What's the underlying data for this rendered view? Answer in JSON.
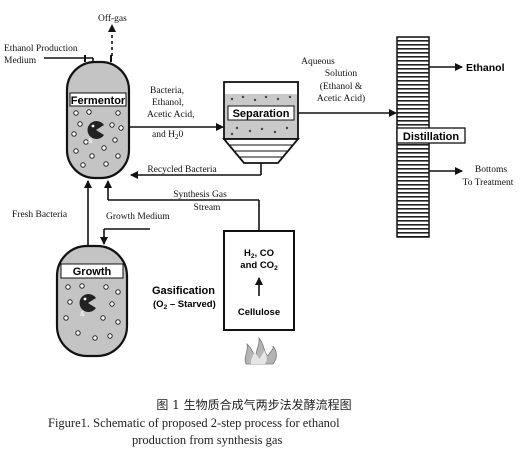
{
  "labels": {
    "off_gas": "Off-gas",
    "ethanol_medium_1": "Ethanol Production",
    "ethanol_medium_2": "Medium",
    "fermentor": "Fermentor",
    "stream_1": "Bacteria,",
    "stream_2": "Ethanol,",
    "stream_3": "Acetic Acid,",
    "stream_4": "and H",
    "stream_4_sub": "2",
    "stream_4_end": "0",
    "separation": "Separation",
    "aqueous_1": "Aqueous",
    "aqueous_2": "Solution",
    "aqueous_3": "(Ethanol &",
    "aqueous_4": "Acetic Acid)",
    "distillation": "Distillation",
    "ethanol": "Ethanol",
    "bottoms_1": "Bottoms",
    "bottoms_2": "To Treatment",
    "recycled": "Recycled Bacteria",
    "syngas_1": "Synthesis Gas",
    "syngas_2": "Stream",
    "fresh": "Fresh Bacteria",
    "growth_medium": "Growth Medium",
    "growth": "Growth",
    "gasifier_l1_a": "H",
    "gasifier_l1_sub": "2",
    "gasifier_l1_b": ", CO",
    "gasifier_l2_a": "and CO",
    "gasifier_l2_sub": "2",
    "cellulose": "Cellulose",
    "gasification": "Gasification",
    "o2_starved": "(O",
    "o2_sub": "2",
    "o2_end": " – Starved)"
  },
  "caption": {
    "cn": "图 1  生物质合成气两步法发酵流程图",
    "en_1": "Figure1.    Schematic of proposed 2-step process for ethanol",
    "en_2": "production from synthesis gas"
  }
}
